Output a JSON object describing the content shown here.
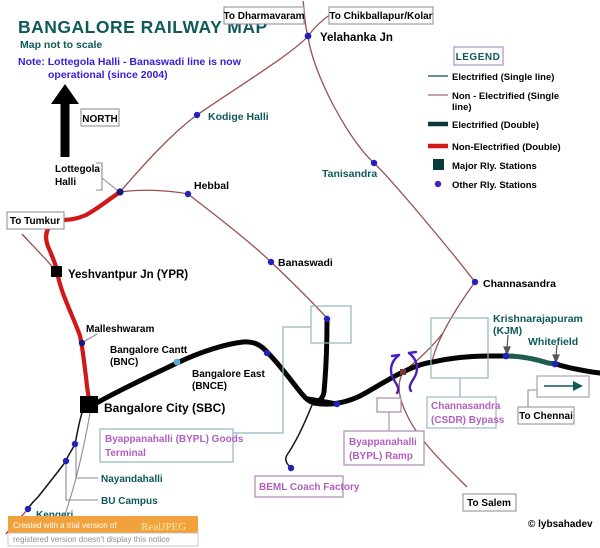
{
  "title": "BANGALORE RAILWAY MAP",
  "subtitle": "Map not to scale",
  "note": {
    "line1": "Note: Lottegola Halli - Banaswadi line is now",
    "line2": "operational (since 2004)"
  },
  "north_label": "NORTH",
  "directions": {
    "dharmavaram": "To Dharmavaram",
    "chikballapur": "To Chikballapur/Kolar",
    "tumkur": "To Tumkur",
    "chennai": "To Chennai",
    "salem": "To Salem"
  },
  "legend": {
    "title": "LEGEND",
    "electrified_single": "Electrified (Single line)",
    "non_electrified_single_1": "Non - Electrified (Single",
    "non_electrified_single_2": "line)",
    "electrified_double": "Electrified (Double)",
    "non_electrified_double": "Non-Electrified (Double)",
    "major_stations": "Major Rly. Stations",
    "other_stations": "Other Rly. Stations"
  },
  "stations": {
    "yelahanka": {
      "label": "Yelahanka Jn"
    },
    "kodige_halli": {
      "label": "Kodige Halli"
    },
    "tanisandra": {
      "label": "Tanisandra"
    },
    "hebbal": {
      "label": "Hebbal"
    },
    "lottegola": {
      "line1": "Lottegola",
      "line2": "Halli"
    },
    "yeshvantpur": {
      "label": "Yeshvantpur Jn (YPR)"
    },
    "malleshwaram": {
      "label": "Malleshwaram"
    },
    "bangalore_cantt": {
      "line1": "Bangalore Cantt",
      "line2": "(BNC)"
    },
    "bangalore_east": {
      "line1": "Bangalore East",
      "line2": "(BNCE)"
    },
    "bangalore_city": {
      "label": "Bangalore City (SBC)"
    },
    "banaswadi": {
      "label": "Banaswadi"
    },
    "channasandra": {
      "label": "Channasandra"
    },
    "krishnarajapuram": {
      "line1": "Krishnarajapuram",
      "line2": "(KJM)"
    },
    "whitefield": {
      "label": "Whitefield"
    },
    "nayandahalli": {
      "label": "Nayandahalli"
    },
    "bu_campus": {
      "label": "BU Campus"
    },
    "kengeri": {
      "label": "Kengeri"
    }
  },
  "facilities": {
    "bypl_goods": {
      "line1": "Byappanahalli (BYPL) Goods",
      "line2": "Terminal"
    },
    "bypl_ramp": {
      "line1": "Byappanahalli",
      "line2": "(BYPL) Ramp"
    },
    "beml": {
      "label": "BEML Coach Factory"
    },
    "csdr_bypass": {
      "line1": "Channasandra",
      "line2": "(CSDR) Bypass"
    }
  },
  "watermark": {
    "trial_text": "Created with a trial version of",
    "brand": "RealJPEG",
    "notice": "registered version doesn't display this notice"
  },
  "copyright": "© lybsahadev",
  "colors": {
    "title_teal": "#0f5959",
    "note_blue": "#3a1bd6",
    "electrified_single": "#2d6b70",
    "non_electrified_single": "#9a5050",
    "electrified_double": "#0c3a3a",
    "non_electrified_double": "#d01818",
    "station_dot_blue": "#2222bb",
    "cantt_dot_lightblue": "#55aadd",
    "facility_purple": "#b25fc0",
    "guide_box_teal": "#8fb8bf",
    "watermark_orange": "#f2a23c"
  }
}
